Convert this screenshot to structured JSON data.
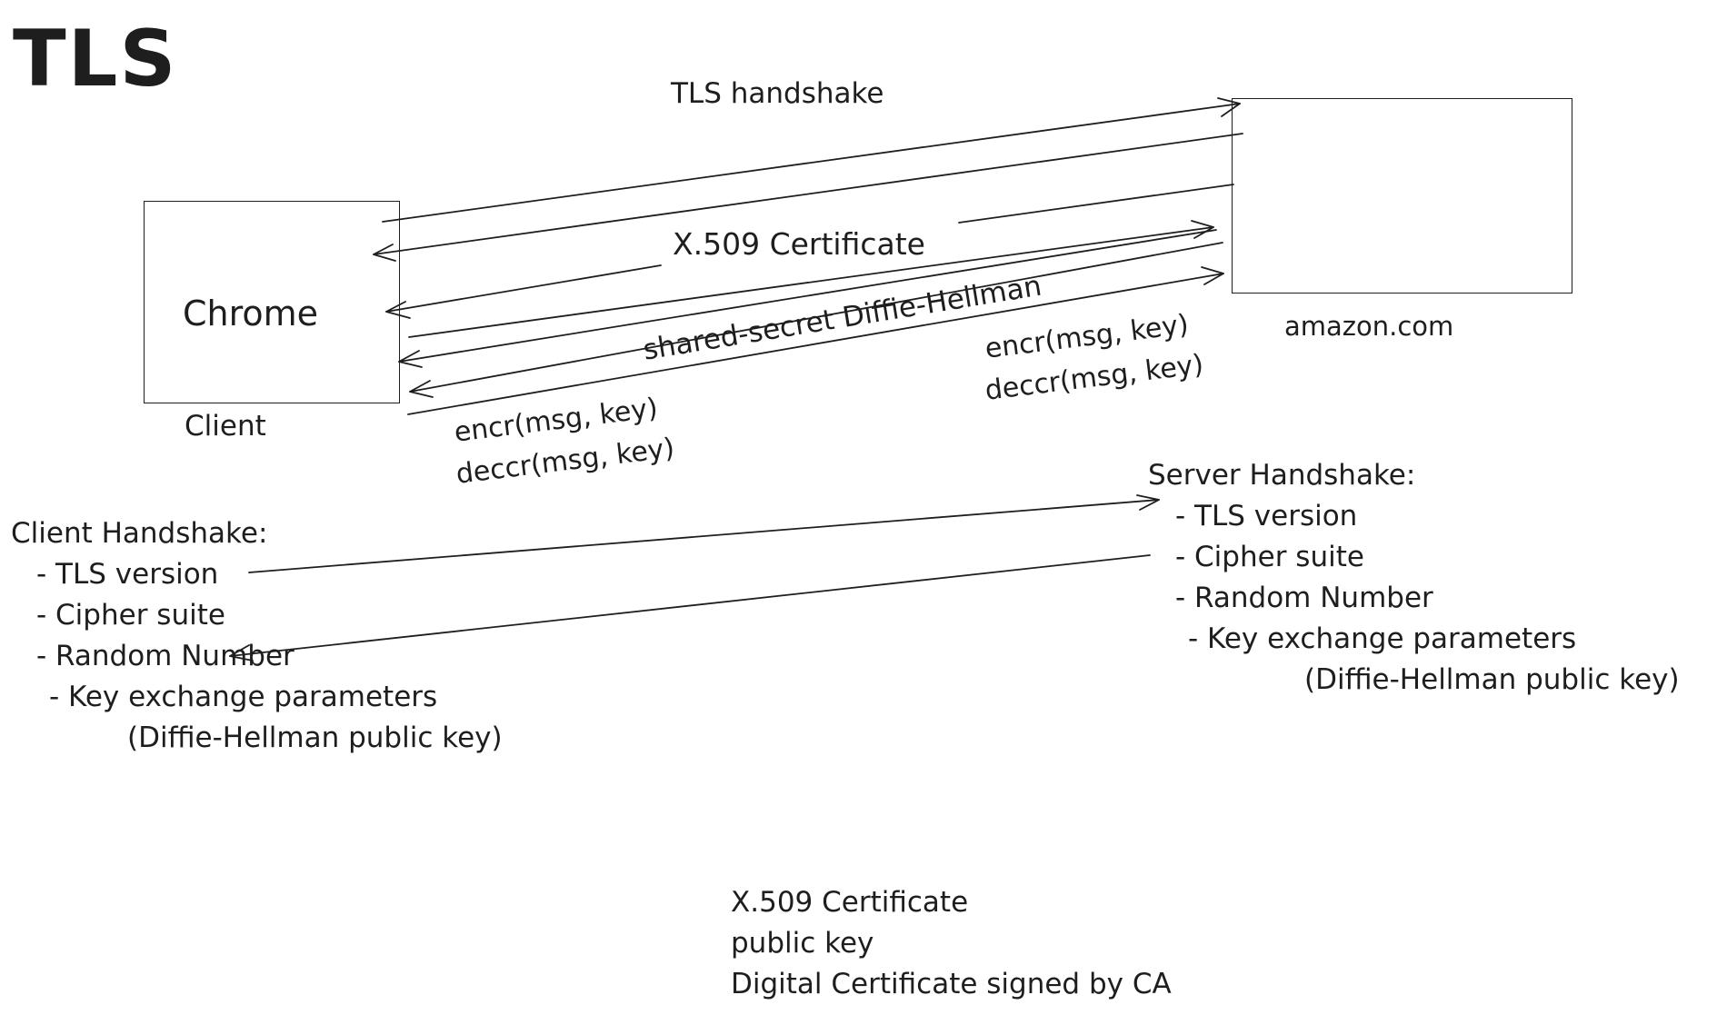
{
  "title": "TLS",
  "handshake_label": "TLS handshake",
  "nodes": {
    "client": {
      "box_label": "Chrome",
      "caption": "Client"
    },
    "server": {
      "box_label": "",
      "caption": "amazon.com"
    }
  },
  "arrow_labels": {
    "certificate": "X.509 Certificate",
    "shared_secret": "shared-secret Diffie-Hellman"
  },
  "client_ops": [
    "encr(msg, key)",
    "deccr(msg, key)"
  ],
  "server_ops": [
    "encr(msg, key)",
    "deccr(msg, key)"
  ],
  "client_handshake": {
    "heading": "Client Handshake:",
    "items": [
      "- TLS version",
      "- Cipher suite",
      "- Random Number",
      "- Key exchange parameters",
      "(Diffie-Hellman public key)"
    ]
  },
  "server_handshake": {
    "heading": "Server Handshake:",
    "items": [
      "- TLS version",
      "- Cipher suite",
      "- Random Number",
      "- Key exchange parameters",
      "(Diffie-Hellman public key)"
    ]
  },
  "certificate_notes": [
    "X.509 Certificate",
    "public key",
    "Digital Certificate signed by CA"
  ],
  "arrows": [
    {
      "name": "client-hello-arrow",
      "from": "client",
      "to": "server"
    },
    {
      "name": "server-hello-arrow",
      "from": "server",
      "to": "client"
    },
    {
      "name": "certificate-arrow",
      "from": "server",
      "to": "client"
    },
    {
      "name": "key-exchange-client-arrow",
      "from": "client",
      "to": "server"
    },
    {
      "name": "key-exchange-server-arrow",
      "from": "server",
      "to": "client"
    },
    {
      "name": "shared-secret-arrow",
      "from": "server",
      "to": "client"
    },
    {
      "name": "encrypted-data-arrow",
      "from": "client",
      "to": "server"
    },
    {
      "name": "client-to-server-handshake-arrow",
      "from": "client_handshake",
      "to": "server_handshake"
    },
    {
      "name": "server-to-client-handshake-arrow",
      "from": "server_handshake",
      "to": "client_handshake"
    }
  ],
  "colors": {
    "stroke": "#1e1e1e",
    "background": "#ffffff"
  }
}
